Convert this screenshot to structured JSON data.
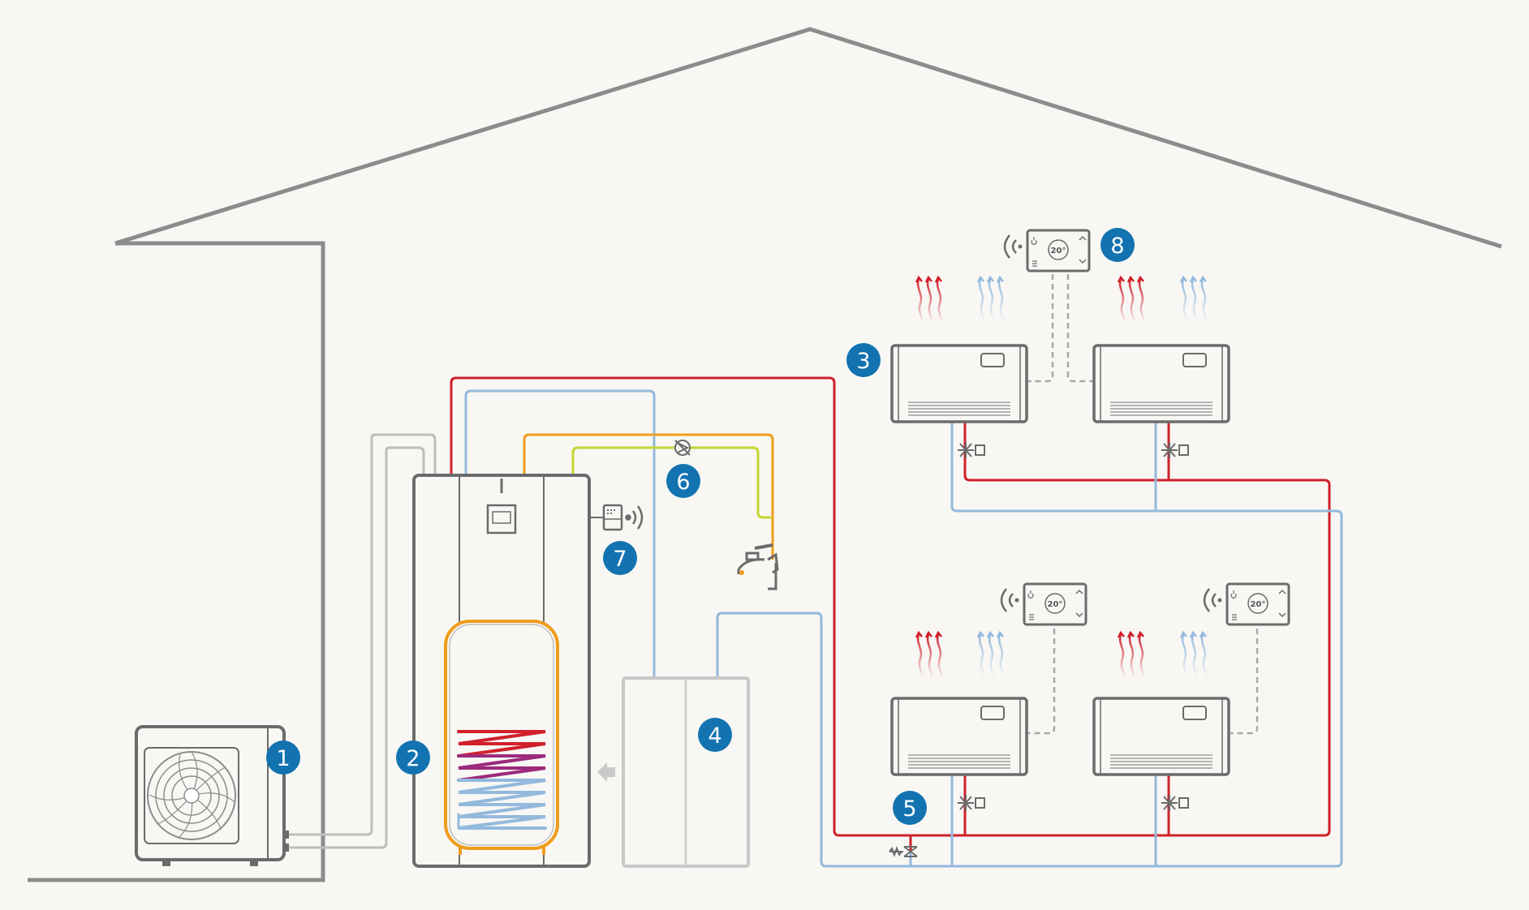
{
  "colors": {
    "background": "#f8f7f4",
    "house_outline": "#8c8c8c",
    "unit_outline": "#6b6b6b",
    "supply_pipe": "#d0202a",
    "return_pipe": "#93b9dc",
    "hot_water_pipe": "#ef9c1c",
    "recirculation_pipe": "#c5d630",
    "refrigerant_pipe": "#bdbdbd",
    "control_line": "#a8a8a8",
    "badge": "#1273b0",
    "coil_purple": "#9b2a7c"
  },
  "badges": [
    {
      "id": "outdoor-unit",
      "label": "1"
    },
    {
      "id": "indoor-unit-tank",
      "label": "2"
    },
    {
      "id": "fan-coil-unit",
      "label": "3"
    },
    {
      "id": "buffer-tank",
      "label": "4"
    },
    {
      "id": "bypass-valve",
      "label": "5"
    },
    {
      "id": "recirculation-pump",
      "label": "6"
    },
    {
      "id": "wireless-receiver",
      "label": "7"
    },
    {
      "id": "room-thermostat",
      "label": "8"
    }
  ],
  "thermostat": {
    "display": "20°"
  },
  "icons": [
    "fan-icon",
    "faucet-icon",
    "pump-icon",
    "wireless-signal-icon",
    "thermostat-icon",
    "zone-valve-icon",
    "bypass-valve-icon",
    "heat-waves-icon",
    "cool-waves-icon",
    "airflow-arrow-icon"
  ]
}
